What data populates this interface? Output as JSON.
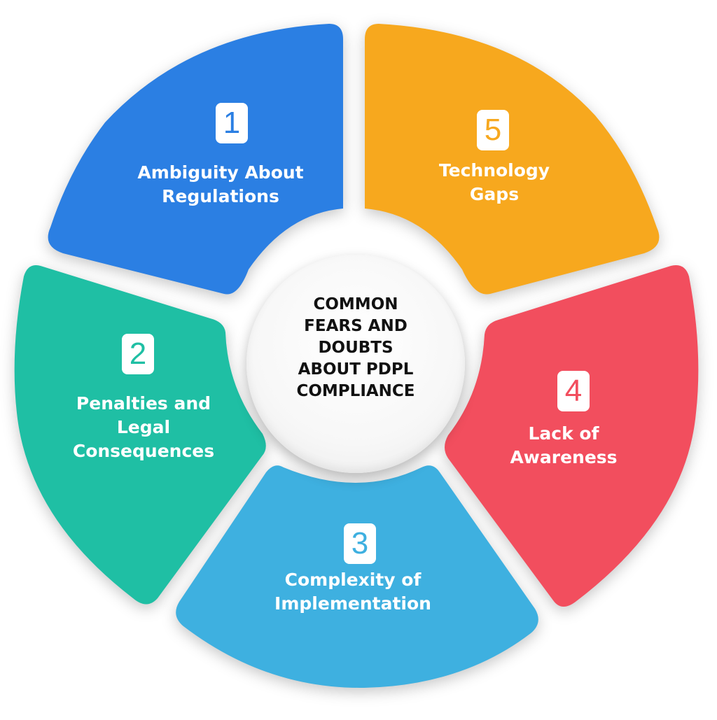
{
  "center": {
    "title": "COMMON\nFEARS AND\nDOUBTS\nABOUT PDPL\nCOMPLIANCE"
  },
  "segments": [
    {
      "number": "1",
      "label": "Ambiguity About\nRegulations",
      "color": "#2B7FE3"
    },
    {
      "number": "2",
      "label": "Penalties and\nLegal\nConsequences",
      "color": "#1FBFA4"
    },
    {
      "number": "3",
      "label": "Complexity of\nImplementation",
      "color": "#3EB0E0"
    },
    {
      "number": "4",
      "label": "Lack of\nAwareness",
      "color": "#F24E5E"
    },
    {
      "number": "5",
      "label": "Technology\nGaps",
      "color": "#F7A81E"
    }
  ]
}
